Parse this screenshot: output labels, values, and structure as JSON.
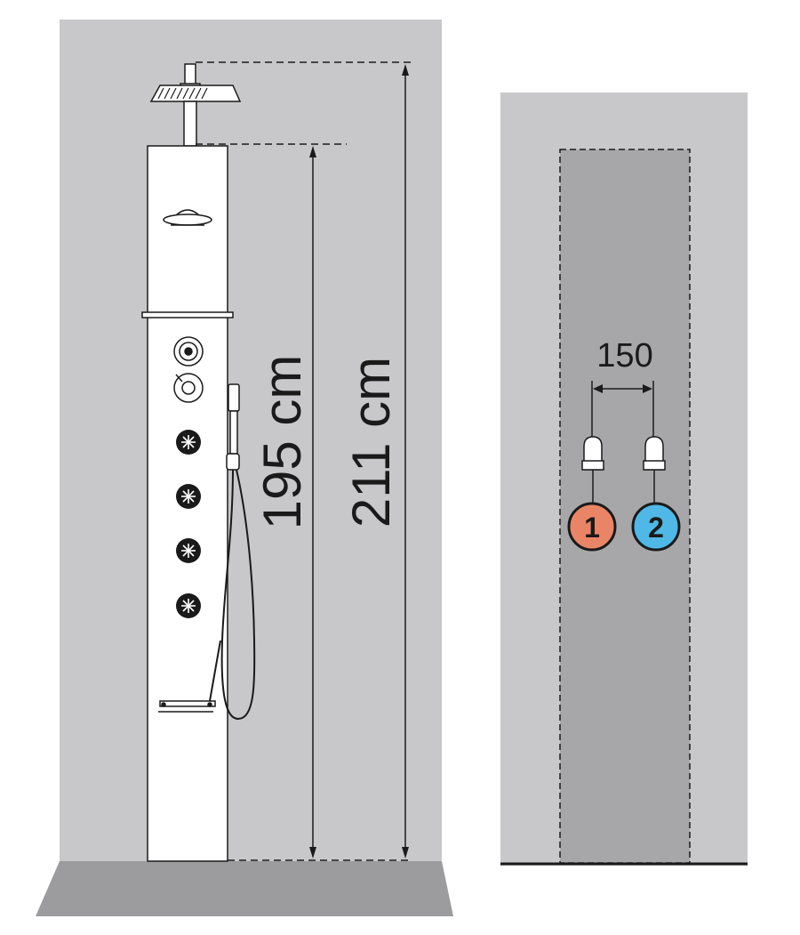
{
  "left_figure": {
    "dimension_panel_height": "195 cm",
    "dimension_total_height": "211 cm"
  },
  "right_figure": {
    "spacing_label": "150",
    "inlets": [
      {
        "number": "1",
        "color": "#e98566"
      },
      {
        "number": "2",
        "color": "#4fb8e6"
      }
    ]
  },
  "colors": {
    "wall": "#c8c8ca",
    "floor": "#9c9c9e",
    "recess": "#a7a7a9",
    "panel": "#ffffff",
    "line": "#1a1a1a"
  }
}
